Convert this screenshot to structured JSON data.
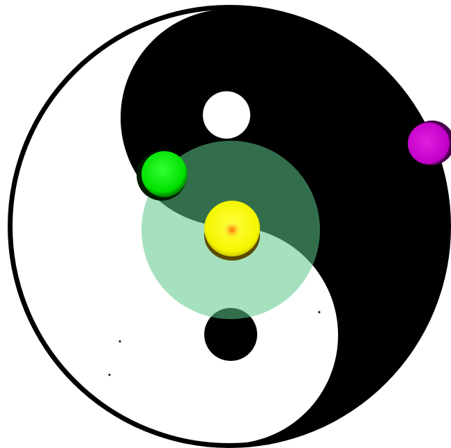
{
  "scene": {
    "title": "",
    "symbol": "yin-yang",
    "colors": {
      "background": "#ffffff",
      "dark_side": "#000000",
      "light_side": "#ffffff",
      "range_overlay": "#5cc98a",
      "green_orb": "#00ff00",
      "yellow_orb": "#ffff00",
      "yellow_orb_core": "#ff8c1a",
      "purple_orb": "#cc00cc"
    },
    "pieces": [
      {
        "name": "green-orb",
        "color": "green"
      },
      {
        "name": "yellow-orb",
        "color": "yellow"
      },
      {
        "name": "purple-orb",
        "color": "purple"
      }
    ],
    "effects": [
      {
        "name": "range-circle",
        "around": "yellow-orb"
      }
    ]
  }
}
